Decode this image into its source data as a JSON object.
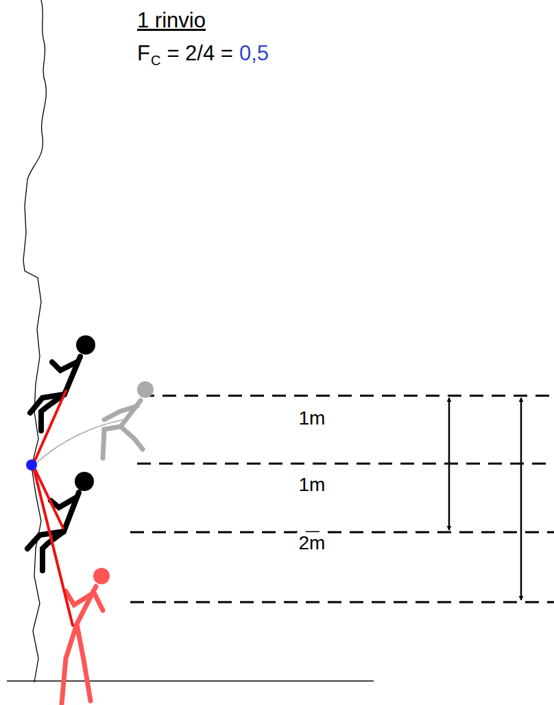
{
  "diagram": {
    "title": "1 rinvio",
    "labels": [
      "F",
      "C",
      "= 2/4 =",
      "0,5",
      "1m",
      "1m",
      "2m"
    ]
  }
}
